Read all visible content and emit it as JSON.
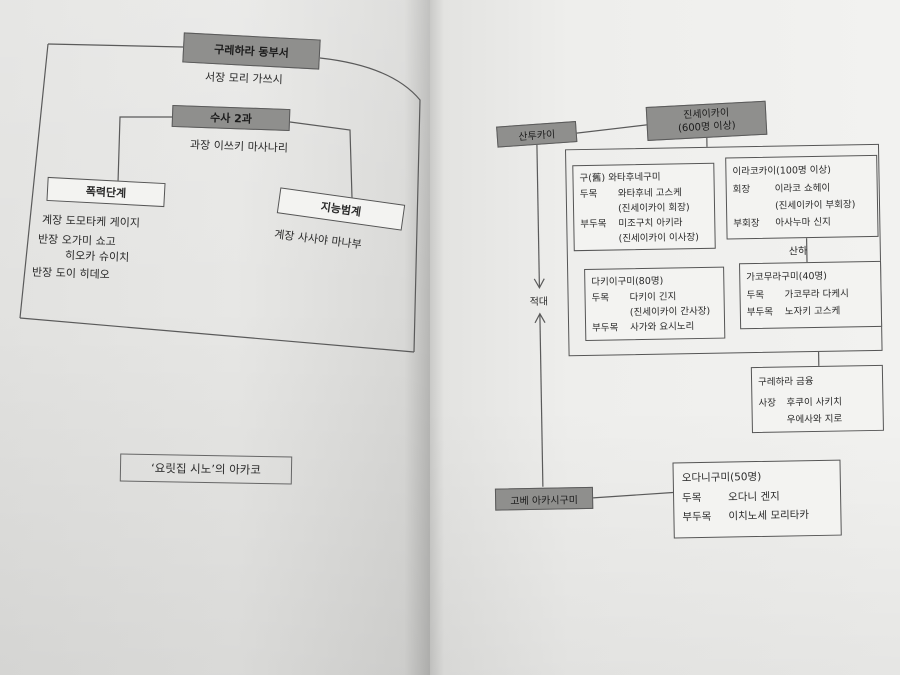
{
  "left_page": {
    "station": {
      "title": "구레하라 동부서",
      "head": "서장 모리 가쓰시"
    },
    "division": {
      "title": "수사 2과",
      "head": "과장 이쓰키 마사나리"
    },
    "violence_team": {
      "title": "폭력단계",
      "members": [
        "계장 도모타케 게이지",
        "반장 오가미 쇼고",
        "히오카 슈이치",
        "반장 도이 히데오"
      ]
    },
    "intelligence_team": {
      "title": "지능범계",
      "members": [
        "계장 사사야 마나부"
      ]
    },
    "caption": "‘요릿집 시노’의 아카코"
  },
  "right_page": {
    "santukai": {
      "title": "산투카이"
    },
    "jinseikai": {
      "title": "진세이카이",
      "subtitle": "(600명 이상)"
    },
    "hostility_label": "적대",
    "subsidiary_label": "산하",
    "watafune": {
      "title": "구(舊) 와타후네구미",
      "rows": [
        {
          "role": "두목",
          "name": "와타후네 고스케"
        },
        {
          "role": "",
          "name": "(진세이카이 회장)"
        },
        {
          "role": "부두목",
          "name": "미조구치 아키라"
        },
        {
          "role": "",
          "name": "(진세이카이 이사장)"
        }
      ]
    },
    "irakokai": {
      "title": "이라코카이(100명 이상)",
      "rows": [
        {
          "role": "회장",
          "name": "이라코 쇼헤이"
        },
        {
          "role": "",
          "name": "(진세이카이 부회장)"
        },
        {
          "role": "부회장",
          "name": "아사누마 신지"
        }
      ]
    },
    "takii": {
      "title": "다키이구미(80명)",
      "rows": [
        {
          "role": "두목",
          "name": "다키이 긴지"
        },
        {
          "role": "",
          "name": "(진세이카이 간사장)"
        },
        {
          "role": "부두목",
          "name": "사가와 요시노리"
        }
      ]
    },
    "kakomura": {
      "title": "가코무라구미(40명)",
      "rows": [
        {
          "role": "두목",
          "name": "가코무라 다케시"
        },
        {
          "role": "부두목",
          "name": "노자키 고스케"
        }
      ]
    },
    "kurehara_finance": {
      "title": "구레하라 금융",
      "rows": [
        {
          "role": "사장",
          "name": "후쿠이 사키치"
        },
        {
          "role": "",
          "name": "우에사와 지로"
        }
      ]
    },
    "kobe_akashi": {
      "title": "고베 아카시구미"
    },
    "odani": {
      "title": "오다니구미(50명)",
      "rows": [
        {
          "role": "두목",
          "name": "오다니 겐지"
        },
        {
          "role": "부두목",
          "name": "이치노세 모리타카"
        }
      ]
    }
  },
  "colors": {
    "gray_box": "#8f8f8d",
    "ink": "#2b2b2b",
    "line": "#5a5a5a"
  }
}
